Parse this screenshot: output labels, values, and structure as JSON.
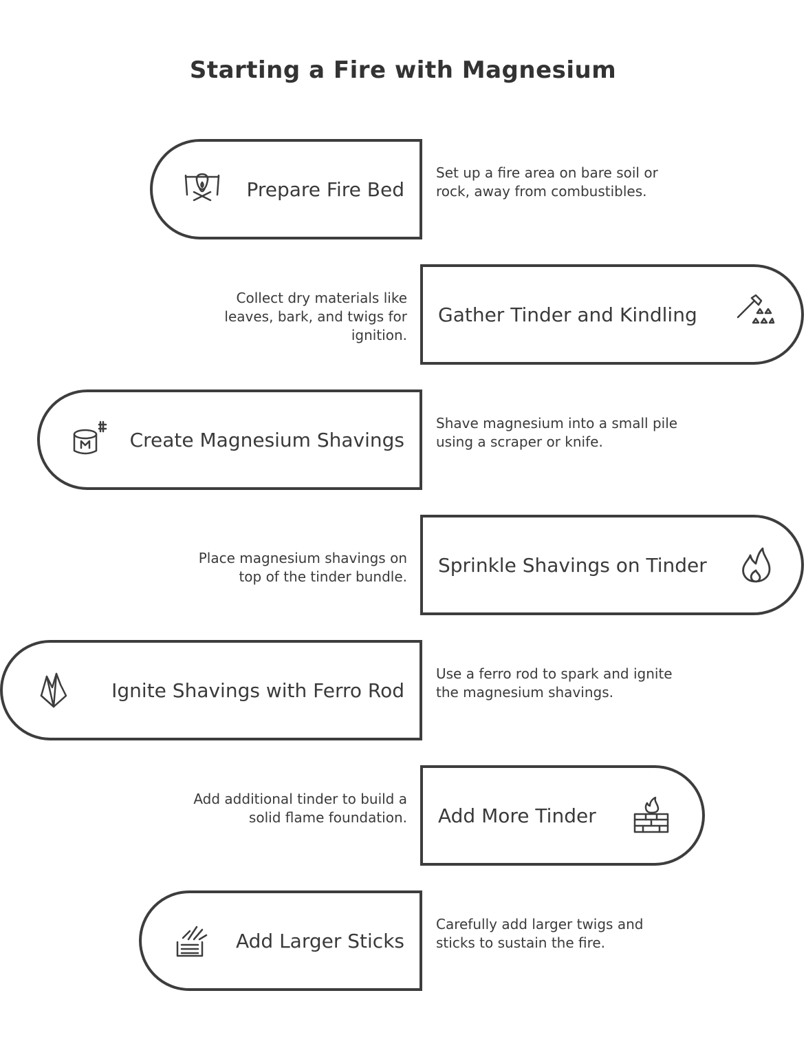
{
  "title": "Starting a Fire with Magnesium",
  "steps": [
    {
      "label": "Prepare Fire Bed",
      "description": "Set up a fire area on bare soil or rock, away from combustibles.",
      "icon": "campfire-cooking-icon"
    },
    {
      "label": "Gather Tinder and Kindling",
      "description": "Collect dry materials like leaves, bark, and twigs for ignition.",
      "icon": "axe-wood-pile-icon"
    },
    {
      "label": "Create Magnesium Shavings",
      "description": "Shave magnesium into a small pile using a scraper or knife.",
      "icon": "magnesium-block-icon"
    },
    {
      "label": "Sprinkle Shavings on Tinder",
      "description": "Place magnesium shavings on top of the tinder bundle.",
      "icon": "flame-icon"
    },
    {
      "label": "Ignite Shavings with Ferro Rod",
      "description": "Use a ferro rod to spark and ignite the magnesium shavings.",
      "icon": "fire-spark-icon"
    },
    {
      "label": "Add More Tinder",
      "description": "Add additional tinder to build a solid flame foundation.",
      "icon": "fire-on-bricks-icon"
    },
    {
      "label": "Add Larger Sticks",
      "description": "Carefully add larger twigs and sticks to sustain the fire.",
      "icon": "stacked-sticks-icon"
    }
  ],
  "colors": {
    "stroke": "#3d3d3d",
    "text": "#3a3a3a",
    "background": "#ffffff"
  }
}
